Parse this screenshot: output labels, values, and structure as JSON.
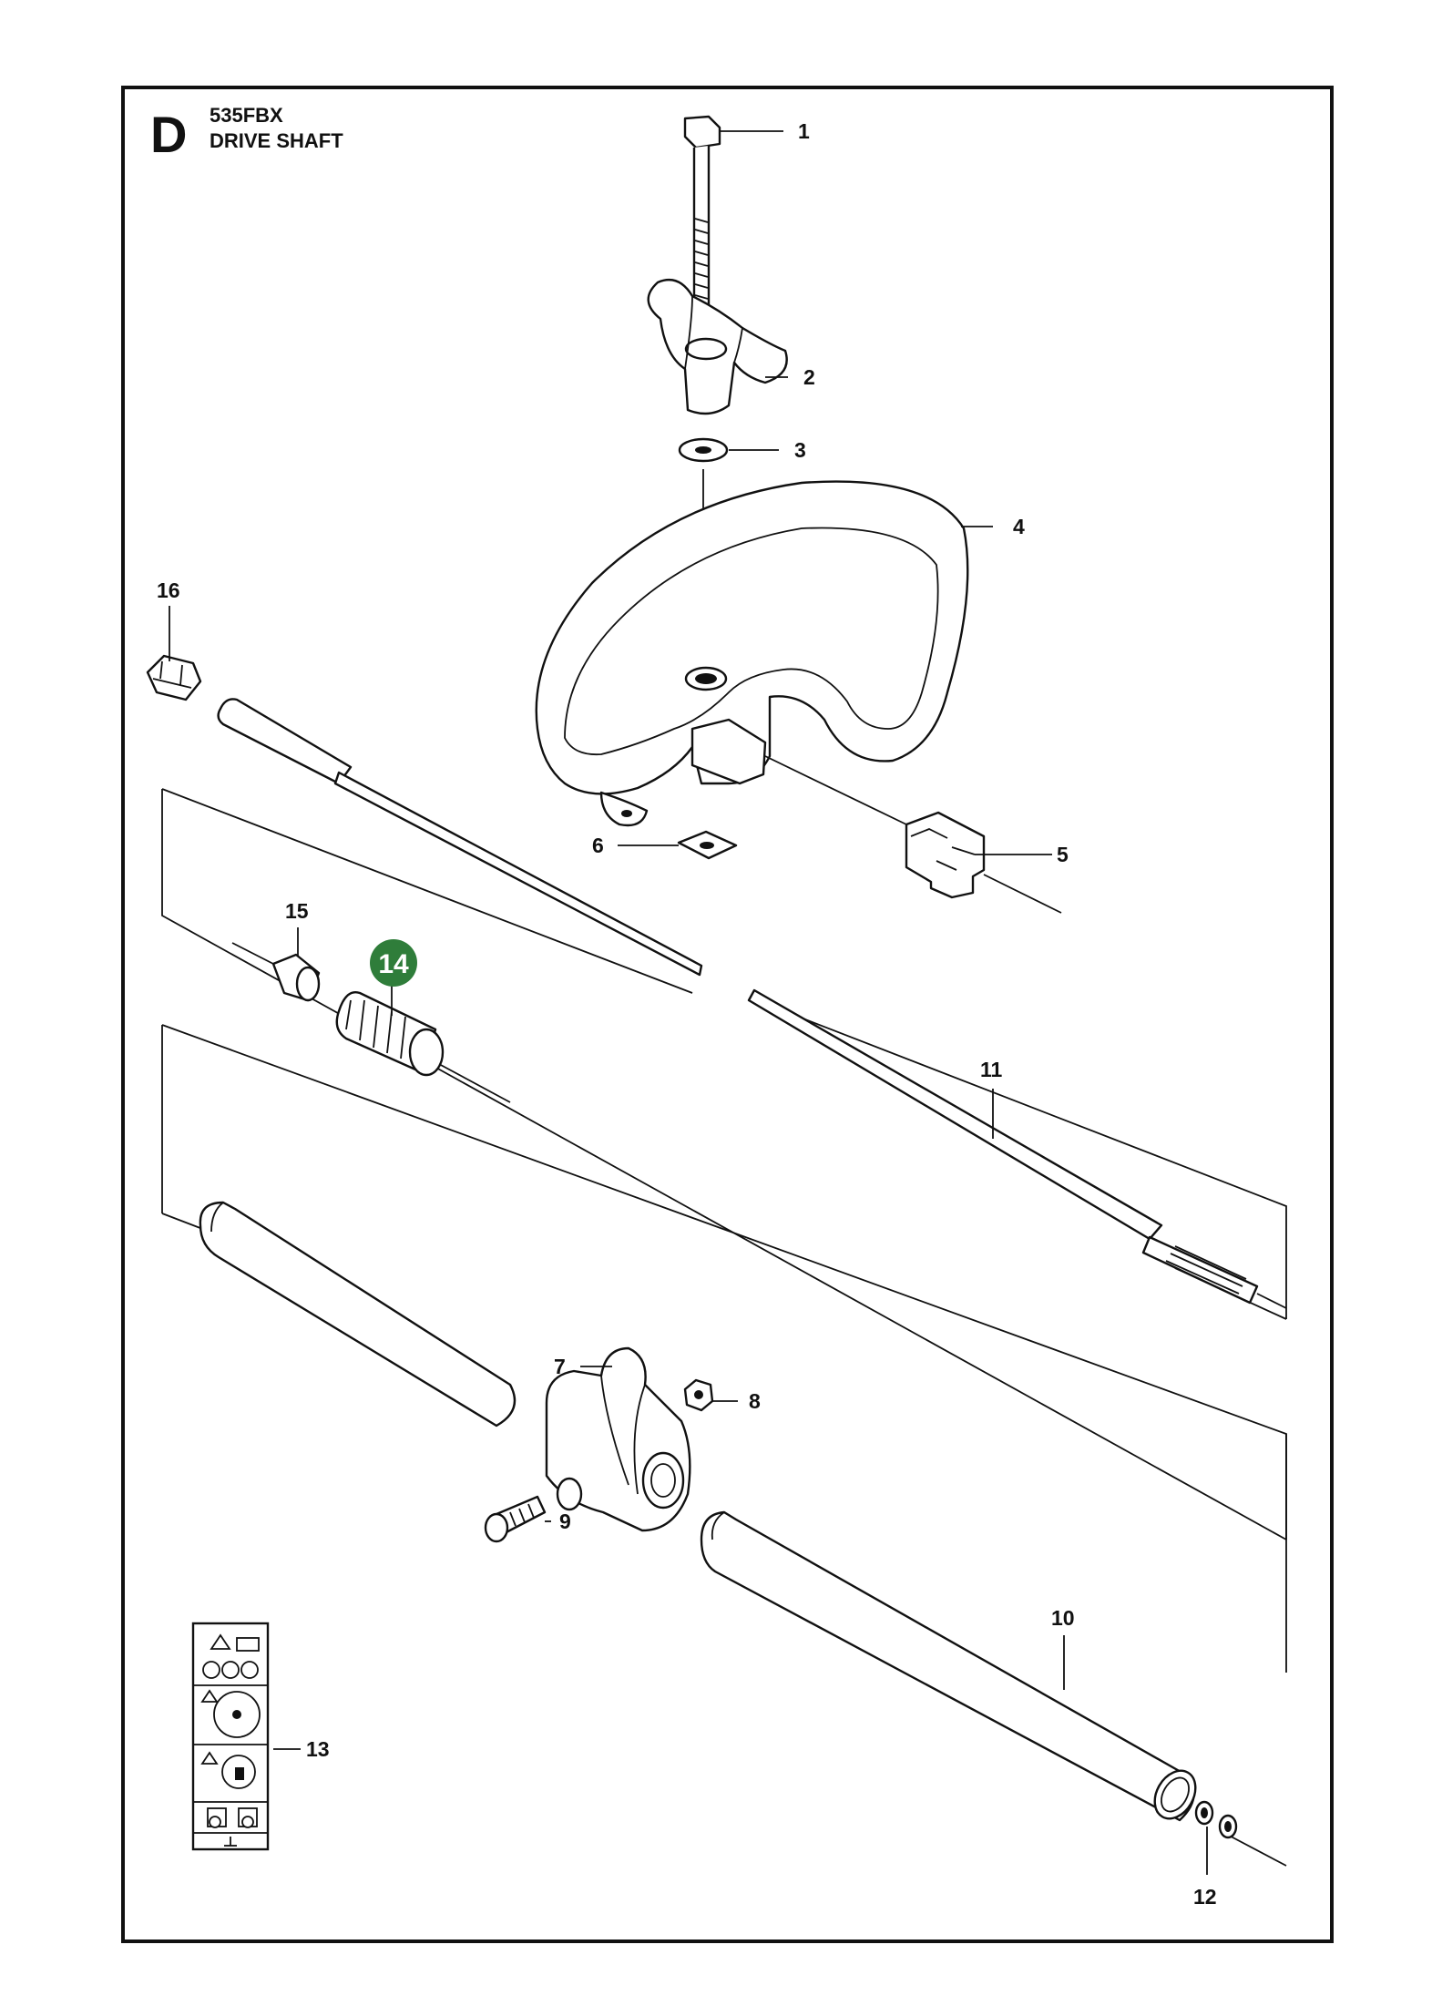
{
  "header": {
    "section_letter": "D",
    "model": "535FBX",
    "title": "DRIVE SHAFT"
  },
  "highlight_color": "#2f7d3a",
  "callouts": [
    {
      "id": "1",
      "label": "1",
      "part": "bolt"
    },
    {
      "id": "2",
      "label": "2",
      "part": "wing-knob"
    },
    {
      "id": "3",
      "label": "3",
      "part": "washer"
    },
    {
      "id": "4",
      "label": "4",
      "part": "loop-handle"
    },
    {
      "id": "5",
      "label": "5",
      "part": "handle-clamp"
    },
    {
      "id": "6",
      "label": "6",
      "part": "square-nut"
    },
    {
      "id": "7",
      "label": "7",
      "part": "shaft-coupling"
    },
    {
      "id": "8",
      "label": "8",
      "part": "nut"
    },
    {
      "id": "9",
      "label": "9",
      "part": "screw"
    },
    {
      "id": "10",
      "label": "10",
      "part": "shaft-tube"
    },
    {
      "id": "11",
      "label": "11",
      "part": "drive-shaft"
    },
    {
      "id": "12",
      "label": "12",
      "part": "rings"
    },
    {
      "id": "13",
      "label": "13",
      "part": "decal"
    },
    {
      "id": "14",
      "label": "14",
      "part": "bushing",
      "highlighted": true
    },
    {
      "id": "15",
      "label": "15",
      "part": "sleeve"
    },
    {
      "id": "16",
      "label": "16",
      "part": "end-cap"
    }
  ]
}
